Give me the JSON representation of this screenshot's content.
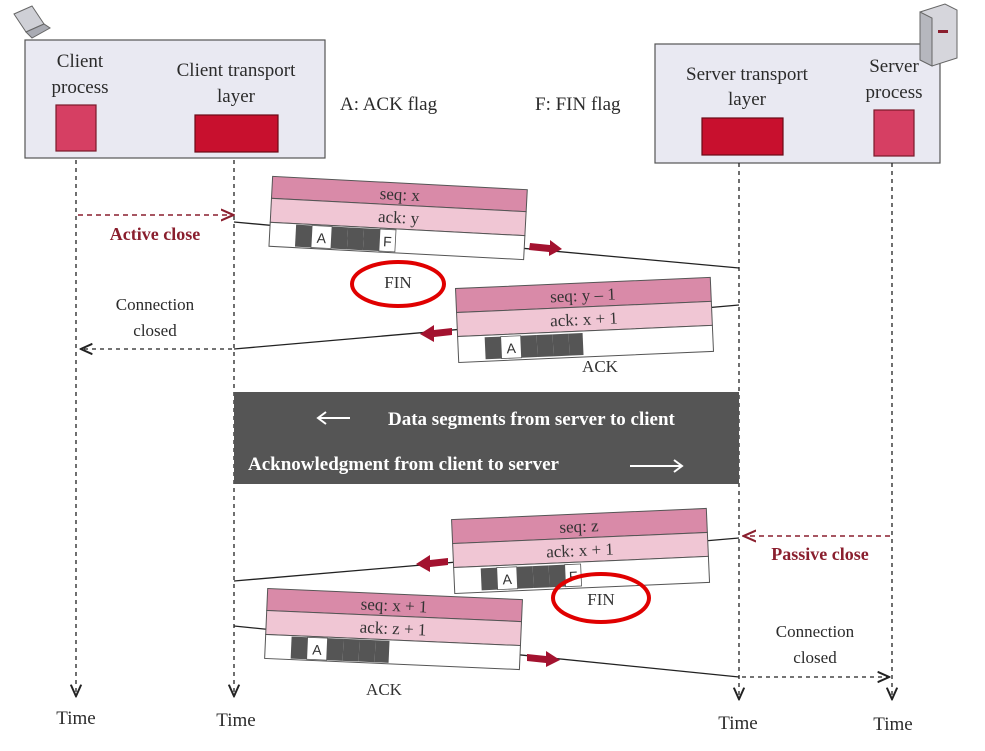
{
  "legend": {
    "ack_flag": "A: ACK flag",
    "fin_flag": "F: FIN flag"
  },
  "client": {
    "process_label": [
      "Client",
      "process"
    ],
    "transport_label": [
      "Client transport",
      "layer"
    ]
  },
  "server": {
    "transport_label": [
      "Server transport",
      "layer"
    ],
    "process_label": [
      "Server",
      "process"
    ]
  },
  "active_close": "Active close",
  "passive_close": "Passive close",
  "connection_closed": [
    "Connection",
    "closed"
  ],
  "band": {
    "line1": "Data segments from server to client",
    "line2": "Acknowledgment from client to server"
  },
  "segments": [
    {
      "seq": "seq: x",
      "ack": "ack: y",
      "flags": [
        "A",
        "F"
      ],
      "caption": "FIN"
    },
    {
      "seq": "seq: y – 1",
      "ack": "ack: x + 1",
      "flags": [
        "A"
      ],
      "caption": "ACK"
    },
    {
      "seq": "seq: z",
      "ack": "ack: x + 1",
      "flags": [
        "A",
        "F"
      ],
      "caption": "FIN"
    },
    {
      "seq": "seq: x + 1",
      "ack": "ack: z + 1",
      "flags": [
        "A"
      ],
      "caption": "ACK"
    }
  ],
  "time_label": "Time",
  "colors": {
    "box_fill": "#e9e9f2",
    "process_red": "#d63f63",
    "transport_red": "#c8102e",
    "seg_dark": "#d98aa8",
    "seg_light": "#f0c6d4",
    "arrow_red": "#a3122f",
    "band_gray": "#555555",
    "highlight": "#e00000",
    "dashed": "#8a1f2e"
  }
}
